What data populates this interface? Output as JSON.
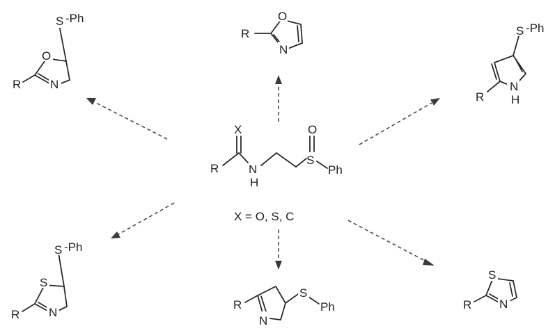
{
  "scheme": {
    "center": {
      "x_atom": "X",
      "r": "R",
      "n": "N",
      "h": "H",
      "o": "O",
      "s": "S",
      "ph": "Ph",
      "condition": "X = O, S, C"
    },
    "products": {
      "oxazoline": {
        "o": "O",
        "n": "N",
        "r": "R",
        "s": "S",
        "ph": "-Ph"
      },
      "oxazole": {
        "r": "R",
        "o": "O",
        "n": "N"
      },
      "pyrrole": {
        "s": "S",
        "ph": "-Ph",
        "r": "R",
        "n": "N",
        "h": "H"
      },
      "thiazoline": {
        "s_ring": "S",
        "n": "N",
        "r": "R",
        "s": "S",
        "ph": "-Ph"
      },
      "pyrroline": {
        "r": "R",
        "n": "N",
        "s": "S",
        "ph": "Ph"
      },
      "thiazole": {
        "s": "S",
        "n": "N",
        "r": "R"
      }
    }
  }
}
